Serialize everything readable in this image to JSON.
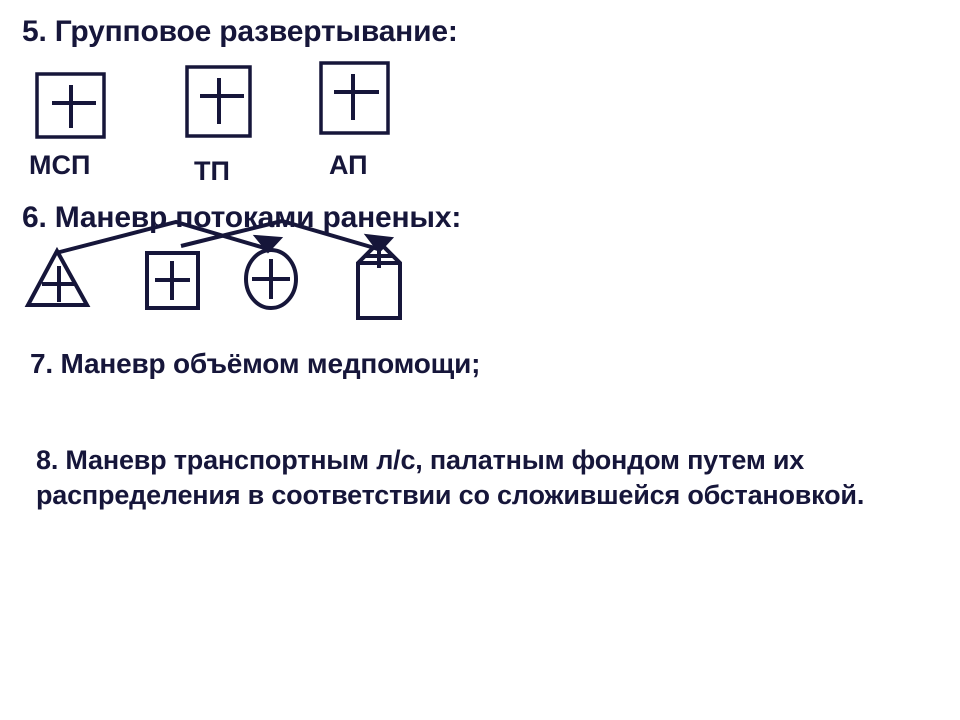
{
  "slide": {
    "background_color": "#ffffff",
    "ink_color": "#16163a"
  },
  "sections": {
    "item5": {
      "heading": "5. Групповое развертывание:",
      "units": [
        {
          "label": "МСП",
          "symbol": "square-with-cross"
        },
        {
          "label": "ТП",
          "symbol": "square-with-cross"
        },
        {
          "label": "АП",
          "symbol": "square-with-cross"
        }
      ]
    },
    "item6": {
      "heading": "6. Маневр потоками раненых:",
      "nodes": [
        {
          "symbol": "triangle-with-cross"
        },
        {
          "symbol": "square-with-cross"
        },
        {
          "symbol": "circle-with-cross"
        },
        {
          "symbol": "house-with-cross"
        }
      ],
      "arrows": [
        {
          "from": "triangle-with-cross",
          "to": "circle-with-cross"
        },
        {
          "from": "square-with-cross",
          "to": "house-with-cross"
        }
      ]
    },
    "item7": {
      "heading": "7. Маневр объёмом медпомощи;"
    },
    "item8": {
      "text": "8. Маневр транспортным л/с, палатным фондом путем их распределения в соответствии со сложившейся обстановкой."
    }
  }
}
